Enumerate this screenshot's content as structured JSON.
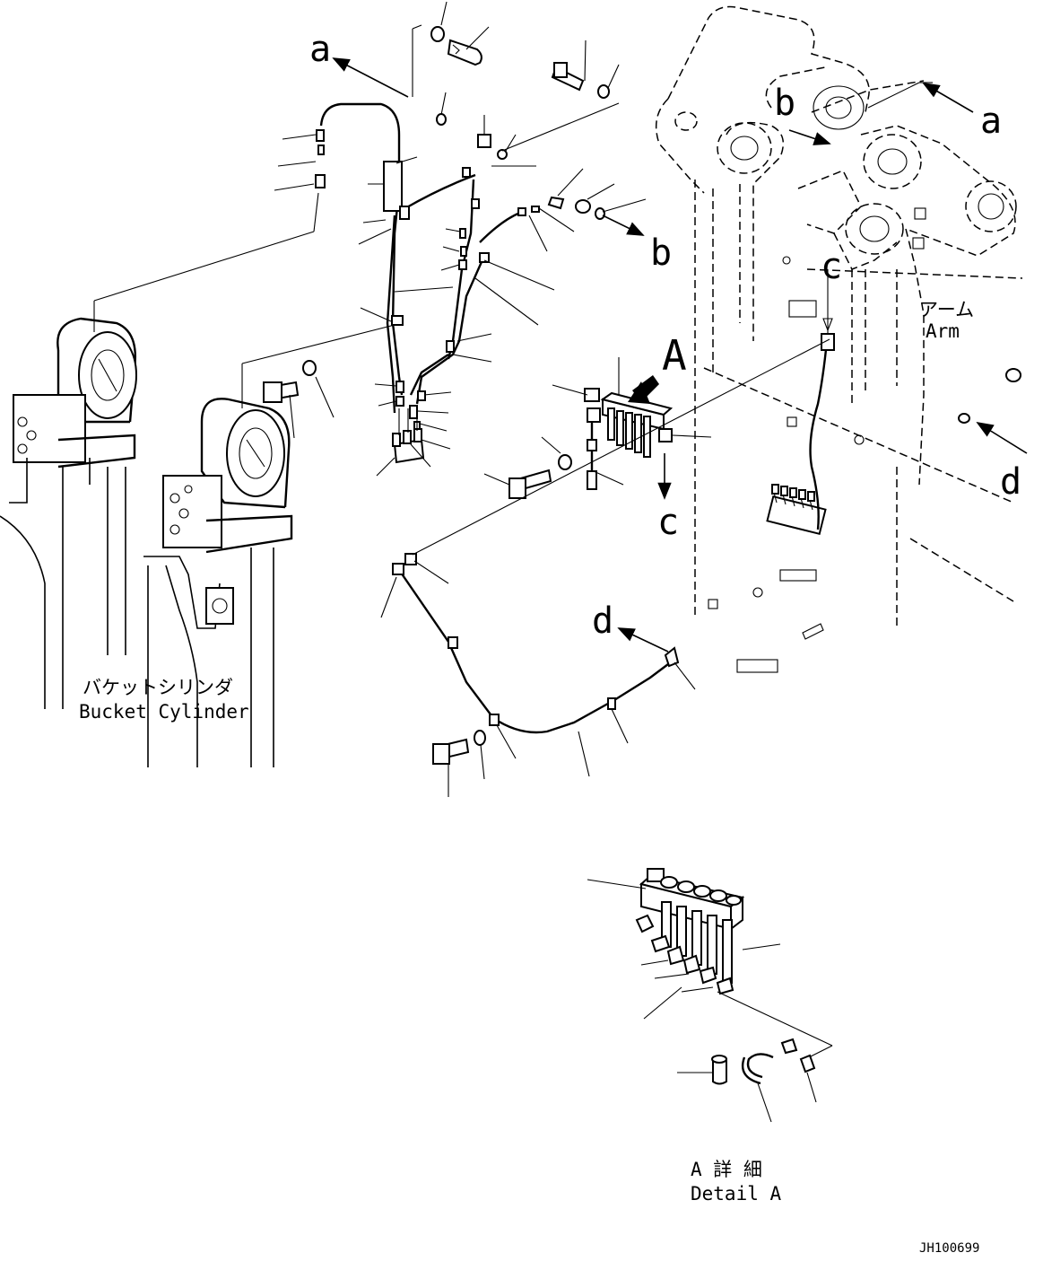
{
  "callouts": {
    "a_top": "a",
    "a_right": "a",
    "b_arrow": "b",
    "b_arm": "b",
    "c_top": "c",
    "c_bottom": "c",
    "d_right": "d",
    "d_bottom": "d",
    "A_detail": "A"
  },
  "labels": {
    "bucket_cylinder_jp": "バケットシリンダ",
    "bucket_cylinder_en": "Bucket Cylinder",
    "arm_jp": "アーム",
    "arm_en": "Arm",
    "detail_jp": "A 詳 細",
    "detail_en": "Detail A",
    "drawing_code": "JH100699"
  },
  "icons": {
    "arrow_a": "arrow-left-icon",
    "arrow_b": "arrow-right-icon",
    "arrow_c": "arrow-down-icon",
    "arrow_d": "arrow-left-icon",
    "detail_pointer": "bold-arrow-icon"
  }
}
